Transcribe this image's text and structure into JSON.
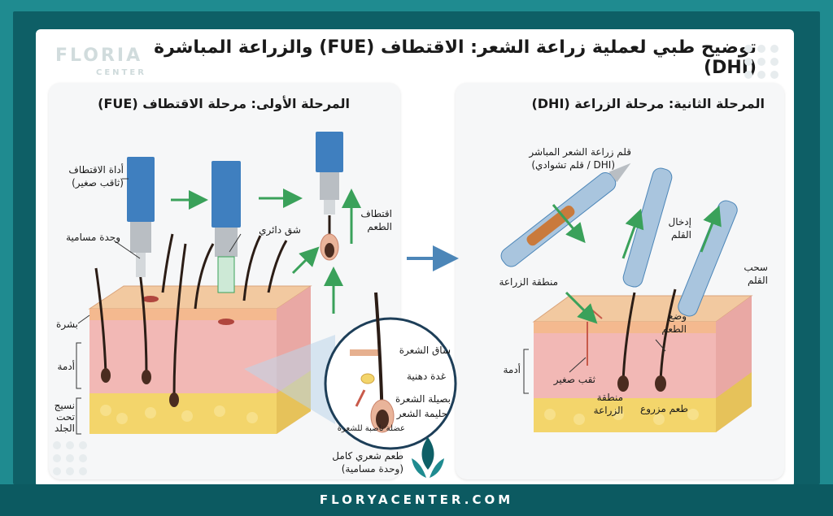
{
  "main_title": "توضيح طبي لعملية زراعة الشعر: الاقتطاف (FUE) والزراعة المباشرة (DHI)",
  "brand": {
    "name": "FLORIA",
    "sub": "CENTER"
  },
  "footer": "FLORYACENTER.COM",
  "fue_panel": {
    "title": "المرحلة الأولى: مرحلة الاقتطاف (FUE)",
    "labels": {
      "tool_line1": "أداة الاقتطاف",
      "tool_line2": "(ثاقب صغير)",
      "follicular_unit": "وحدة مسامية",
      "circular_incision": "شق دائري",
      "graft_extraction_line1": "اقتطاف",
      "graft_extraction_line2": "الطعم",
      "epidermis": "بشرة",
      "dermis": "أدمة",
      "subcutaneous_line1": "نسيج",
      "subcutaneous_line2": "تحت",
      "subcutaneous_line3": "الجلد",
      "whole_unit_line1": "طعم شعري كامل",
      "whole_unit_line2": "(وحدة مسامية)"
    },
    "zoom_labels": {
      "hair_shaft": "ساق الشعرة",
      "sebaceous_gland": "غدة دهنية",
      "hair_bulb": "بصيلة الشعرة",
      "hair_papilla": "حليمة الشعر",
      "arrector_muscle": "عضلة ناصبة للشعرة"
    }
  },
  "dhi_panel": {
    "title": "المرحلة الثانية: مرحلة الزراعة (DHI)",
    "labels": {
      "pen_line1": "قلم زراعة الشعر المباشر",
      "pen_line2": "(DHI / قلم تشوادي)",
      "insert_pen_line1": "إدخال",
      "insert_pen_line2": "القلم",
      "withdraw_pen_line1": "سحب",
      "withdraw_pen_line2": "القلم",
      "implant_zone": "منطقة الزراعة",
      "place_graft_line1": "وضع",
      "place_graft_line2": "الطعم",
      "dermis": "أدمة",
      "small_hole": "ثقب صغير",
      "implant_zone_2_line1": "منطقة",
      "implant_zone_2_line2": "الزراعة",
      "implanted_graft": "طعم مزروع"
    }
  },
  "colors": {
    "tool_blue": "#3f7fbf",
    "tool_metal": "#b9bec3",
    "skin_top": "#f2c9a0",
    "dermis": "#f2b8b5",
    "fat": "#f3d56b",
    "arrow_green": "#3aa15a",
    "flow_arrow": "#4c86b8",
    "teal_frame": "#0e5f66"
  }
}
